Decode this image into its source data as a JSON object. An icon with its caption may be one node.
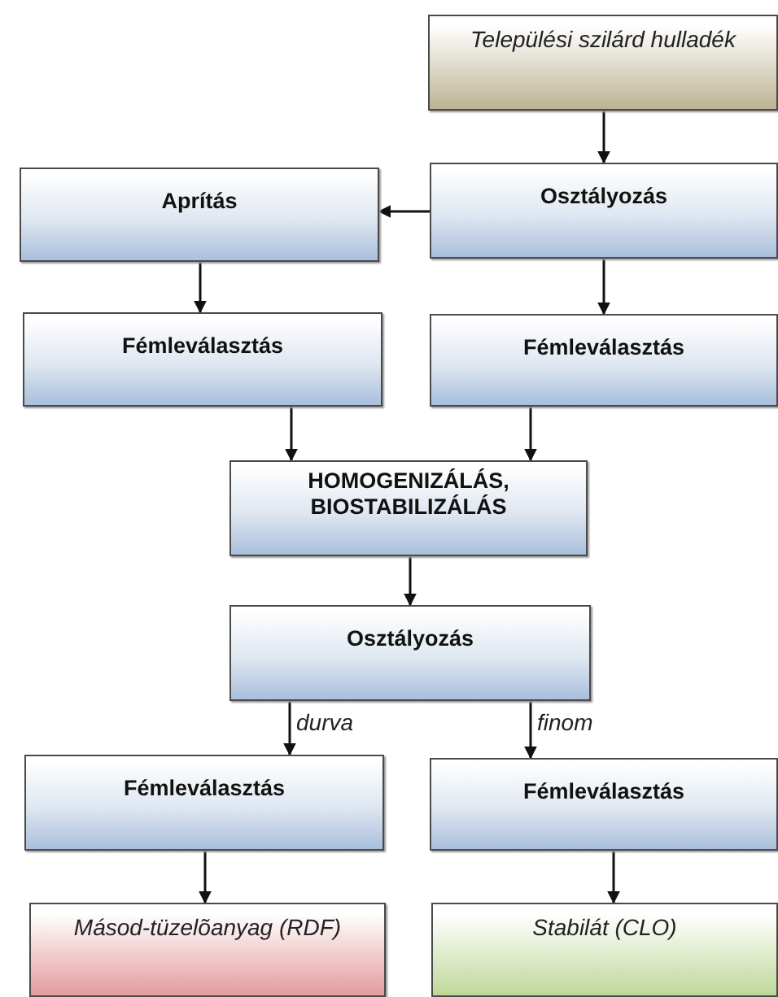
{
  "diagram": {
    "nodes": [
      {
        "text": [
          "Települési szilárd hulladék"
        ]
      },
      {
        "text": [
          "Osztályozás"
        ]
      },
      {
        "text": [
          "Aprítás"
        ]
      },
      {
        "text": [
          "Fémleválasztás"
        ]
      },
      {
        "text": [
          "Fémleválasztás"
        ]
      },
      {
        "text": [
          "HOMOGENIZÁLÁS, BIOSTABILIZÁLÁS"
        ]
      },
      {
        "text": [
          "Osztályozás"
        ]
      },
      {
        "text": [
          "Fémleválasztás"
        ]
      },
      {
        "text": [
          "Fémleválasztás"
        ]
      },
      {
        "text": [
          "Másod-tüzelõanyag (RDF)"
        ]
      },
      {
        "text": [
          "Stabilát (CLO)"
        ]
      }
    ],
    "edges": [
      {
        "from": 0,
        "to": 1,
        "arrow": "to"
      },
      {
        "from": 1,
        "to": 2,
        "arrow": "to"
      },
      {
        "from": 2,
        "to": 3,
        "arrow": "to"
      },
      {
        "from": 1,
        "to": 4,
        "arrow": "to"
      },
      {
        "from": 3,
        "to": 5,
        "arrow": "to"
      },
      {
        "from": 4,
        "to": 5,
        "arrow": "to"
      },
      {
        "from": 5,
        "to": 6,
        "arrow": "to"
      },
      {
        "from": 6,
        "to": 7,
        "arrow": "to",
        "label": "durva"
      },
      {
        "from": 6,
        "to": 8,
        "arrow": "to",
        "label": "finom"
      },
      {
        "from": 7,
        "to": 9,
        "arrow": "to"
      },
      {
        "from": 8,
        "to": 10,
        "arrow": "to"
      }
    ]
  }
}
